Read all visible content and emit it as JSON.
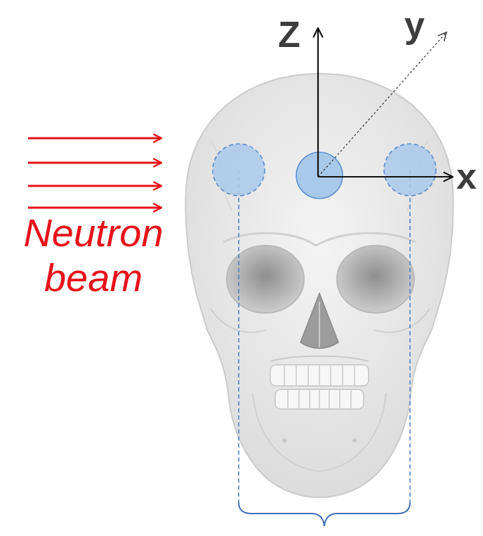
{
  "diagram": {
    "labels": [
      "Z",
      "y",
      "x",
      "Neutron beam"
    ]
  }
}
